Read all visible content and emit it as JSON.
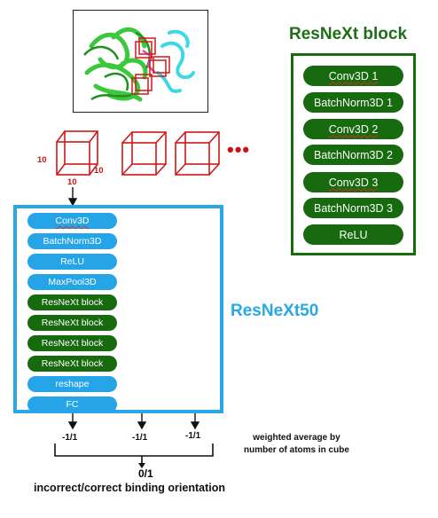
{
  "resnext_block": {
    "title": "ResNeXt block",
    "layers": [
      "Conv3D 1",
      "BatchNorm3D 1",
      "Conv3D 2",
      "BatchNorm3D 2",
      "Conv3D 3",
      "BatchNorm3D 3",
      "ReLU"
    ]
  },
  "cube_input": {
    "dims": [
      "10",
      "10",
      "10"
    ],
    "more_cubes_marker": "•••"
  },
  "resnext50": {
    "title": "ResNeXt50",
    "layers": [
      {
        "label": "Conv3D",
        "type": "blue"
      },
      {
        "label": "BatchNorm3D",
        "type": "blue"
      },
      {
        "label": "ReLU",
        "type": "blue"
      },
      {
        "label": "MaxPool3D",
        "type": "blue"
      },
      {
        "label": "ResNeXt block",
        "type": "green"
      },
      {
        "label": "ResNeXt block",
        "type": "green"
      },
      {
        "label": "ResNeXt block",
        "type": "green"
      },
      {
        "label": "ResNeXt block",
        "type": "green"
      },
      {
        "label": "reshape",
        "type": "blue"
      },
      {
        "label": "FC",
        "type": "blue"
      }
    ]
  },
  "outputs": {
    "per_cube": [
      "-1/1",
      "-1/1",
      "-1/1"
    ],
    "aggregation_note_line1": "weighted average by",
    "aggregation_note_line2": "number of atoms in cube",
    "final_value": "0/1",
    "final_label": "incorrect/correct binding orientation"
  },
  "colors": {
    "green": "#176a0e",
    "blue": "#26a4e8",
    "cube_red": "#d01818"
  }
}
